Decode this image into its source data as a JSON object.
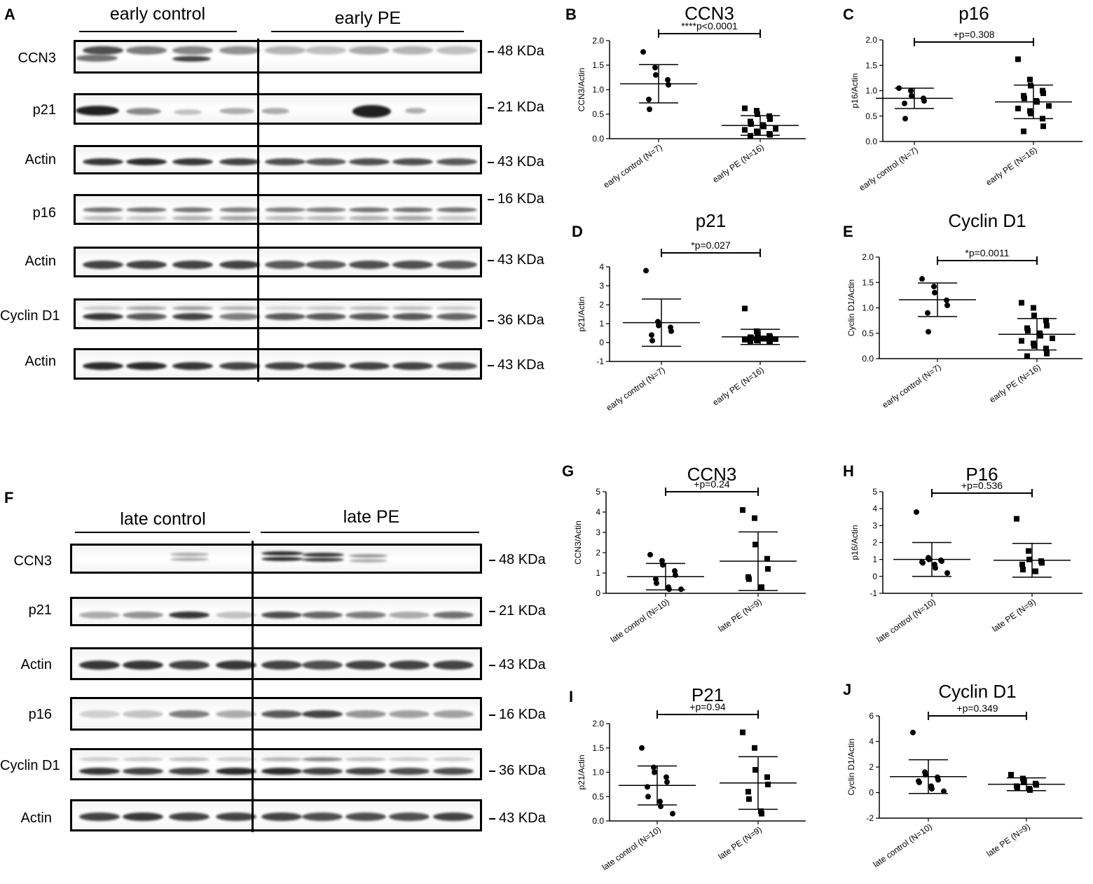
{
  "panel_letters": {
    "A": "A",
    "B": "B",
    "C": "C",
    "D": "D",
    "E": "E",
    "F": "F",
    "G": "G",
    "H": "H",
    "I": "I",
    "J": "J"
  },
  "blot_top": {
    "groups": [
      "early control",
      "early PE"
    ],
    "rows": [
      {
        "label": "CCN3",
        "kda": "48 KDa"
      },
      {
        "label": "p21",
        "kda": "21 KDa"
      },
      {
        "label": "Actin",
        "kda": "43 KDa"
      },
      {
        "label": "p16",
        "kda": "16 KDa"
      },
      {
        "label": "Actin",
        "kda": "43 KDa"
      },
      {
        "label": "Cyclin D1",
        "kda": "36 KDa"
      },
      {
        "label": "Actin",
        "kda": "43 KDa"
      }
    ]
  },
  "blot_bottom": {
    "groups": [
      "late  control",
      "late PE"
    ],
    "rows": [
      {
        "label": "CCN3",
        "kda": "48 KDa"
      },
      {
        "label": "p21",
        "kda": "21 KDa"
      },
      {
        "label": "Actin",
        "kda": "43 KDa"
      },
      {
        "label": "p16",
        "kda": "16 KDa"
      },
      {
        "label": "Cyclin D1",
        "kda": "36 KDa"
      },
      {
        "label": "Actin",
        "kda": "43 KDa"
      }
    ]
  },
  "colors": {
    "ink": "#000000",
    "blot_band": "#1a1a1a",
    "background": "#ffffff"
  },
  "chart_data": [
    {
      "id": "B",
      "type": "scatter",
      "title": "CCN3",
      "ylabel": "CCN3/Actin",
      "ylim": [
        0,
        2.0
      ],
      "ticks": [
        "0.0",
        "0.5",
        "1.0",
        "1.5",
        "2.0"
      ],
      "tick_values": [
        0,
        0.5,
        1.0,
        1.5,
        2.0
      ],
      "categories": [
        "early control (N=7)",
        "early PE (N=16)"
      ],
      "significance": "****p<0.0001",
      "groups": [
        {
          "marker": "circle",
          "mean": 1.12,
          "sd_low": 0.73,
          "sd_high": 1.51,
          "points": [
            1.77,
            1.45,
            1.3,
            1.2,
            1.1,
            0.8,
            0.6
          ]
        },
        {
          "marker": "square",
          "mean": 0.27,
          "sd_low": 0.07,
          "sd_high": 0.47,
          "points": [
            0.62,
            0.57,
            0.5,
            0.46,
            0.4,
            0.35,
            0.3,
            0.28,
            0.25,
            0.2,
            0.18,
            0.15,
            0.12,
            0.1,
            0.08,
            0.06
          ]
        }
      ]
    },
    {
      "id": "C",
      "type": "scatter",
      "title": "p16",
      "ylabel": "p16/Actin",
      "ylim": [
        0,
        2.0
      ],
      "ticks": [
        "0.0",
        "0.5",
        "1.0",
        "1.5",
        "2.0"
      ],
      "tick_values": [
        0,
        0.5,
        1.0,
        1.5,
        2.0
      ],
      "categories": [
        "early control (N=7)",
        "early PE (N=16)"
      ],
      "significance": "+p=0.308",
      "groups": [
        {
          "marker": "circle",
          "mean": 0.85,
          "sd_low": 0.65,
          "sd_high": 1.05,
          "points": [
            1.05,
            1.0,
            0.9,
            0.85,
            0.8,
            0.75,
            0.45
          ]
        },
        {
          "marker": "square",
          "mean": 0.78,
          "sd_low": 0.45,
          "sd_high": 1.11,
          "points": [
            1.62,
            1.22,
            1.1,
            1.0,
            0.95,
            0.9,
            0.85,
            0.8,
            0.78,
            0.7,
            0.65,
            0.6,
            0.55,
            0.45,
            0.3,
            0.2
          ]
        }
      ]
    },
    {
      "id": "D",
      "type": "scatter",
      "title": "p21",
      "ylabel": "p21/Actin",
      "ylim": [
        -1,
        4
      ],
      "ticks": [
        "-1",
        "0",
        "1",
        "2",
        "3",
        "4"
      ],
      "tick_values": [
        -1,
        0,
        1,
        2,
        3,
        4
      ],
      "categories": [
        "early control (N=7)",
        "early PE (N=16)"
      ],
      "significance": "*p=0.027",
      "groups": [
        {
          "marker": "circle",
          "mean": 1.05,
          "sd_low": -0.2,
          "sd_high": 2.3,
          "points": [
            3.8,
            1.1,
            0.9,
            0.8,
            0.6,
            0.4,
            0.1
          ]
        },
        {
          "marker": "square",
          "mean": 0.3,
          "sd_low": -0.1,
          "sd_high": 0.7,
          "points": [
            1.8,
            0.6,
            0.4,
            0.35,
            0.3,
            0.28,
            0.25,
            0.22,
            0.2,
            0.18,
            0.15,
            0.12,
            0.1,
            0.08,
            0.05,
            0.03
          ]
        }
      ]
    },
    {
      "id": "E",
      "type": "scatter",
      "title": "Cyclin D1",
      "ylabel": "Cyclin D1/Actin",
      "ylim": [
        0,
        2.0
      ],
      "ticks": [
        "0.0",
        "0.5",
        "1.0",
        "1.5",
        "2.0"
      ],
      "tick_values": [
        0,
        0.5,
        1.0,
        1.5,
        2.0
      ],
      "categories": [
        "early control (N=7)",
        "early PE (N=16)"
      ],
      "significance": "*p=0.0011",
      "groups": [
        {
          "marker": "circle",
          "mean": 1.16,
          "sd_low": 0.83,
          "sd_high": 1.49,
          "points": [
            1.57,
            1.42,
            1.3,
            1.15,
            1.05,
            0.9,
            0.53
          ]
        },
        {
          "marker": "square",
          "mean": 0.48,
          "sd_low": 0.17,
          "sd_high": 0.79,
          "points": [
            1.1,
            1.0,
            0.85,
            0.75,
            0.65,
            0.6,
            0.55,
            0.5,
            0.45,
            0.4,
            0.35,
            0.3,
            0.25,
            0.2,
            0.1,
            0.05
          ]
        }
      ]
    },
    {
      "id": "G",
      "type": "scatter",
      "title": "CCN3",
      "ylabel": "CCN3/Actin",
      "ylim": [
        0,
        5
      ],
      "ticks": [
        "0",
        "1",
        "2",
        "3",
        "4",
        "5"
      ],
      "tick_values": [
        0,
        1,
        2,
        3,
        4,
        5
      ],
      "categories": [
        "late control (N=10)",
        "late PE (N=9)"
      ],
      "significance": "+p=0.24",
      "groups": [
        {
          "marker": "circle",
          "mean": 0.82,
          "sd_low": 0.17,
          "sd_high": 1.47,
          "points": [
            1.9,
            1.6,
            1.4,
            1.1,
            0.9,
            0.7,
            0.5,
            0.3,
            0.2,
            0.2
          ]
        },
        {
          "marker": "square",
          "mean": 1.58,
          "sd_low": 0.14,
          "sd_high": 3.02,
          "points": [
            4.1,
            3.7,
            2.4,
            1.7,
            1.2,
            0.8,
            0.7,
            0.3,
            0.3
          ]
        }
      ]
    },
    {
      "id": "H",
      "type": "scatter",
      "title": "P16",
      "ylabel": "p16/Actin",
      "ylim": [
        -1,
        5
      ],
      "ticks": [
        "-1",
        "0",
        "1",
        "2",
        "3",
        "4",
        "5"
      ],
      "tick_values": [
        -1,
        0,
        1,
        2,
        3,
        4,
        5
      ],
      "categories": [
        "late control (N=10)",
        "late PE (N=9)"
      ],
      "significance": "+p=0.536",
      "groups": [
        {
          "marker": "circle",
          "mean": 1.0,
          "sd_low": 0.0,
          "sd_high": 2.0,
          "points": [
            3.8,
            1.1,
            1.0,
            0.95,
            0.9,
            0.85,
            0.8,
            0.7,
            0.5,
            0.2
          ]
        },
        {
          "marker": "square",
          "mean": 0.95,
          "sd_low": -0.05,
          "sd_high": 1.95,
          "points": [
            3.4,
            1.5,
            1.0,
            0.9,
            0.8,
            0.7,
            0.4,
            0.3,
            0.3
          ]
        }
      ]
    },
    {
      "id": "I",
      "type": "scatter",
      "title": "P21",
      "ylabel": "p21/Actin",
      "ylim": [
        0,
        2.0
      ],
      "ticks": [
        "0.0",
        "0.5",
        "1.0",
        "1.5",
        "2.0"
      ],
      "tick_values": [
        0,
        0.5,
        1.0,
        1.5,
        2.0
      ],
      "categories": [
        "late control (N=10)",
        "late PE (N=9)"
      ],
      "significance": "+p=0.94",
      "groups": [
        {
          "marker": "circle",
          "mean": 0.73,
          "sd_low": 0.33,
          "sd_high": 1.13,
          "points": [
            1.5,
            1.1,
            1.0,
            0.9,
            0.8,
            0.7,
            0.5,
            0.4,
            0.3,
            0.15
          ]
        },
        {
          "marker": "square",
          "mean": 0.78,
          "sd_low": 0.24,
          "sd_high": 1.32,
          "points": [
            1.82,
            1.5,
            1.05,
            0.9,
            0.75,
            0.6,
            0.45,
            0.2,
            0.15
          ]
        }
      ]
    },
    {
      "id": "J",
      "type": "scatter",
      "title": "Cyclin D1",
      "ylabel": "Cyclin D1/Actin",
      "ylim": [
        -2,
        6
      ],
      "ticks": [
        "-2",
        "0",
        "2",
        "4",
        "6"
      ],
      "tick_values": [
        -2,
        0,
        2,
        4,
        6
      ],
      "categories": [
        "late control (N=10)",
        "late PE (N=9)"
      ],
      "significance": "+p=0.349",
      "groups": [
        {
          "marker": "circle",
          "mean": 1.25,
          "sd_low": -0.07,
          "sd_high": 2.57,
          "points": [
            4.7,
            1.6,
            1.4,
            1.2,
            1.0,
            0.9,
            0.8,
            0.5,
            0.3,
            0.1
          ]
        },
        {
          "marker": "square",
          "mean": 0.65,
          "sd_low": 0.15,
          "sd_high": 1.15,
          "points": [
            1.4,
            1.1,
            0.8,
            0.7,
            0.6,
            0.5,
            0.4,
            0.3,
            0.2
          ]
        }
      ]
    }
  ]
}
